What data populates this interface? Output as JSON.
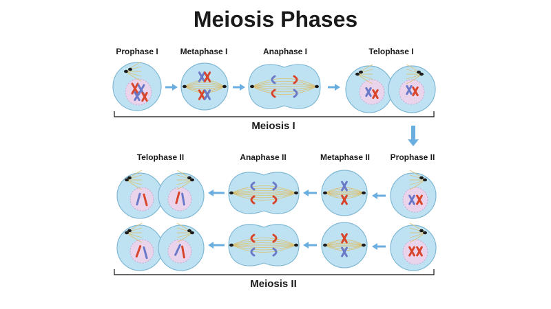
{
  "title": "Meiosis Phases",
  "phases_top": [
    "Prophase I",
    "Metaphase I",
    "Anaphase I",
    "Telophase I"
  ],
  "phases_bottom": [
    "Telophase II",
    "Anaphase II",
    "Metaphase II",
    "Prophase II"
  ],
  "groups": {
    "meiosis_1": "Meiosis I",
    "meiosis_2": "Meiosis II"
  },
  "colors": {
    "cell_fill": "#bfe2f2",
    "cell_stroke": "#7fb8d4",
    "nucleus_fill": "#ead4ec",
    "spindle": "#d8c27a",
    "chrom_red": "#d9452b",
    "chrom_blue": "#6a78c8",
    "arrow": "#6aaee0",
    "bracket": "#333333"
  }
}
